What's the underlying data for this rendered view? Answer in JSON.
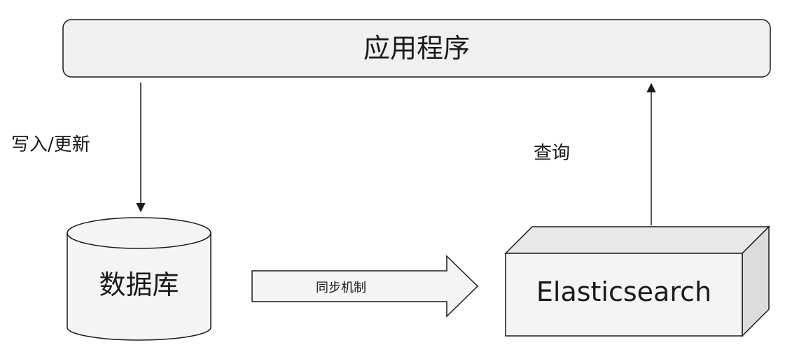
{
  "diagram": {
    "app_label": "应用程序",
    "write_label": "写入/更新",
    "query_label": "查询",
    "database_label": "数据库",
    "sync_label": "同步机制",
    "search_engine_label": "Elasticsearch"
  },
  "colors": {
    "stroke": "#1a1a1a",
    "app_fill": "#f0f0f0",
    "node_fill": "#f4f4f4",
    "cube_top": "#e8e8e8",
    "cube_side": "#dcdcdc",
    "background": "#ffffff"
  }
}
